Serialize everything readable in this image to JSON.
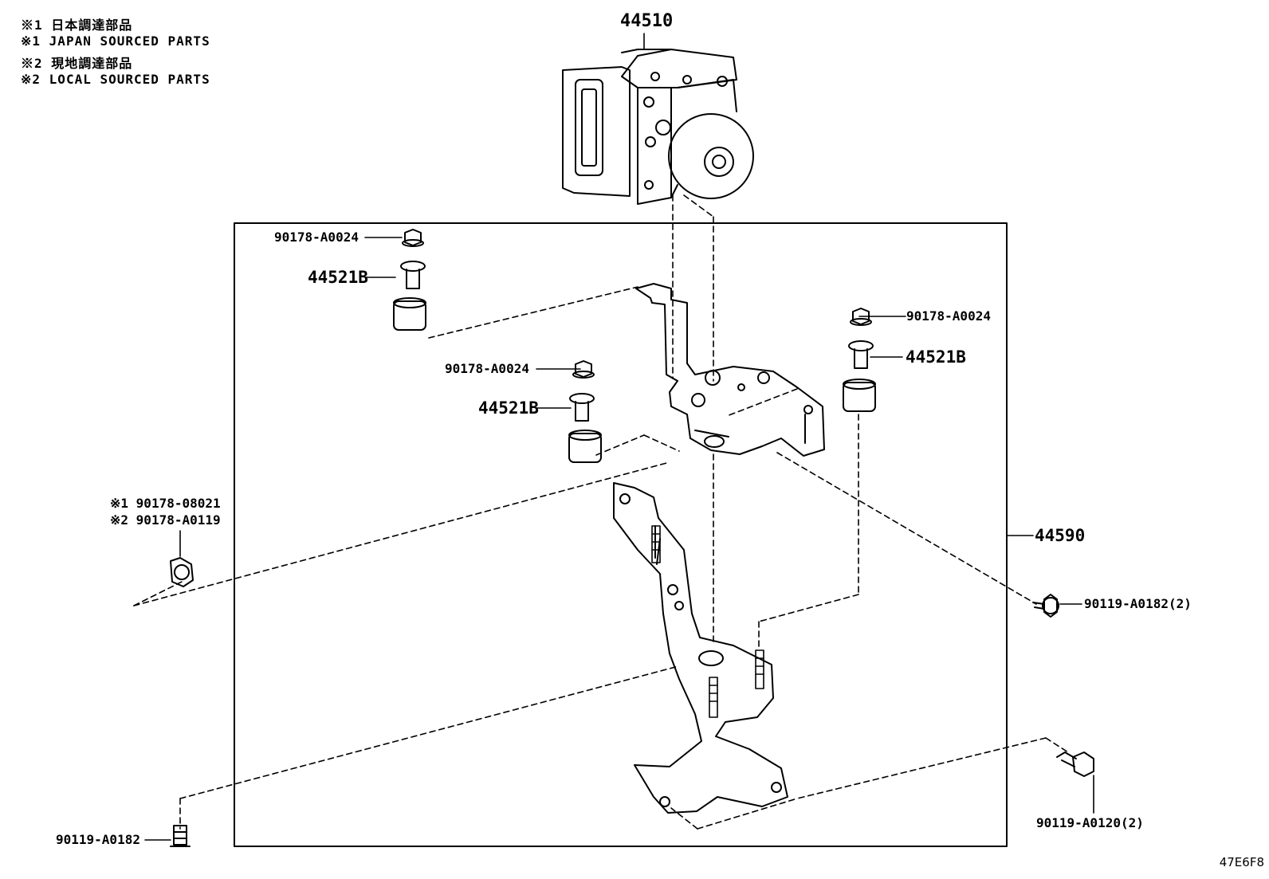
{
  "notes": [
    "※1 日本調達部品",
    "※1 JAPAN SOURCED PARTS",
    "※2 現地調達部品",
    "※2 LOCAL SOURCED PARTS"
  ],
  "parts": {
    "actuator": "44510",
    "bracket_assy": "44590",
    "nut_top_left": "90178-A0024",
    "cushion_top_left": "44521B",
    "nut_right": "90178-A0024",
    "cushion_right": "44521B",
    "nut_center": "90178-A0024",
    "cushion_center": "44521B",
    "nut_opt1": "※1 90178-08021",
    "nut_opt2": "※2 90178-A0119",
    "bolt_right": "90119-A0182(2)",
    "bolt_bottom_right": "90119-A0120(2)",
    "bolt_bottom_left": "90119-A0182"
  },
  "reference_code": "47E6F8"
}
